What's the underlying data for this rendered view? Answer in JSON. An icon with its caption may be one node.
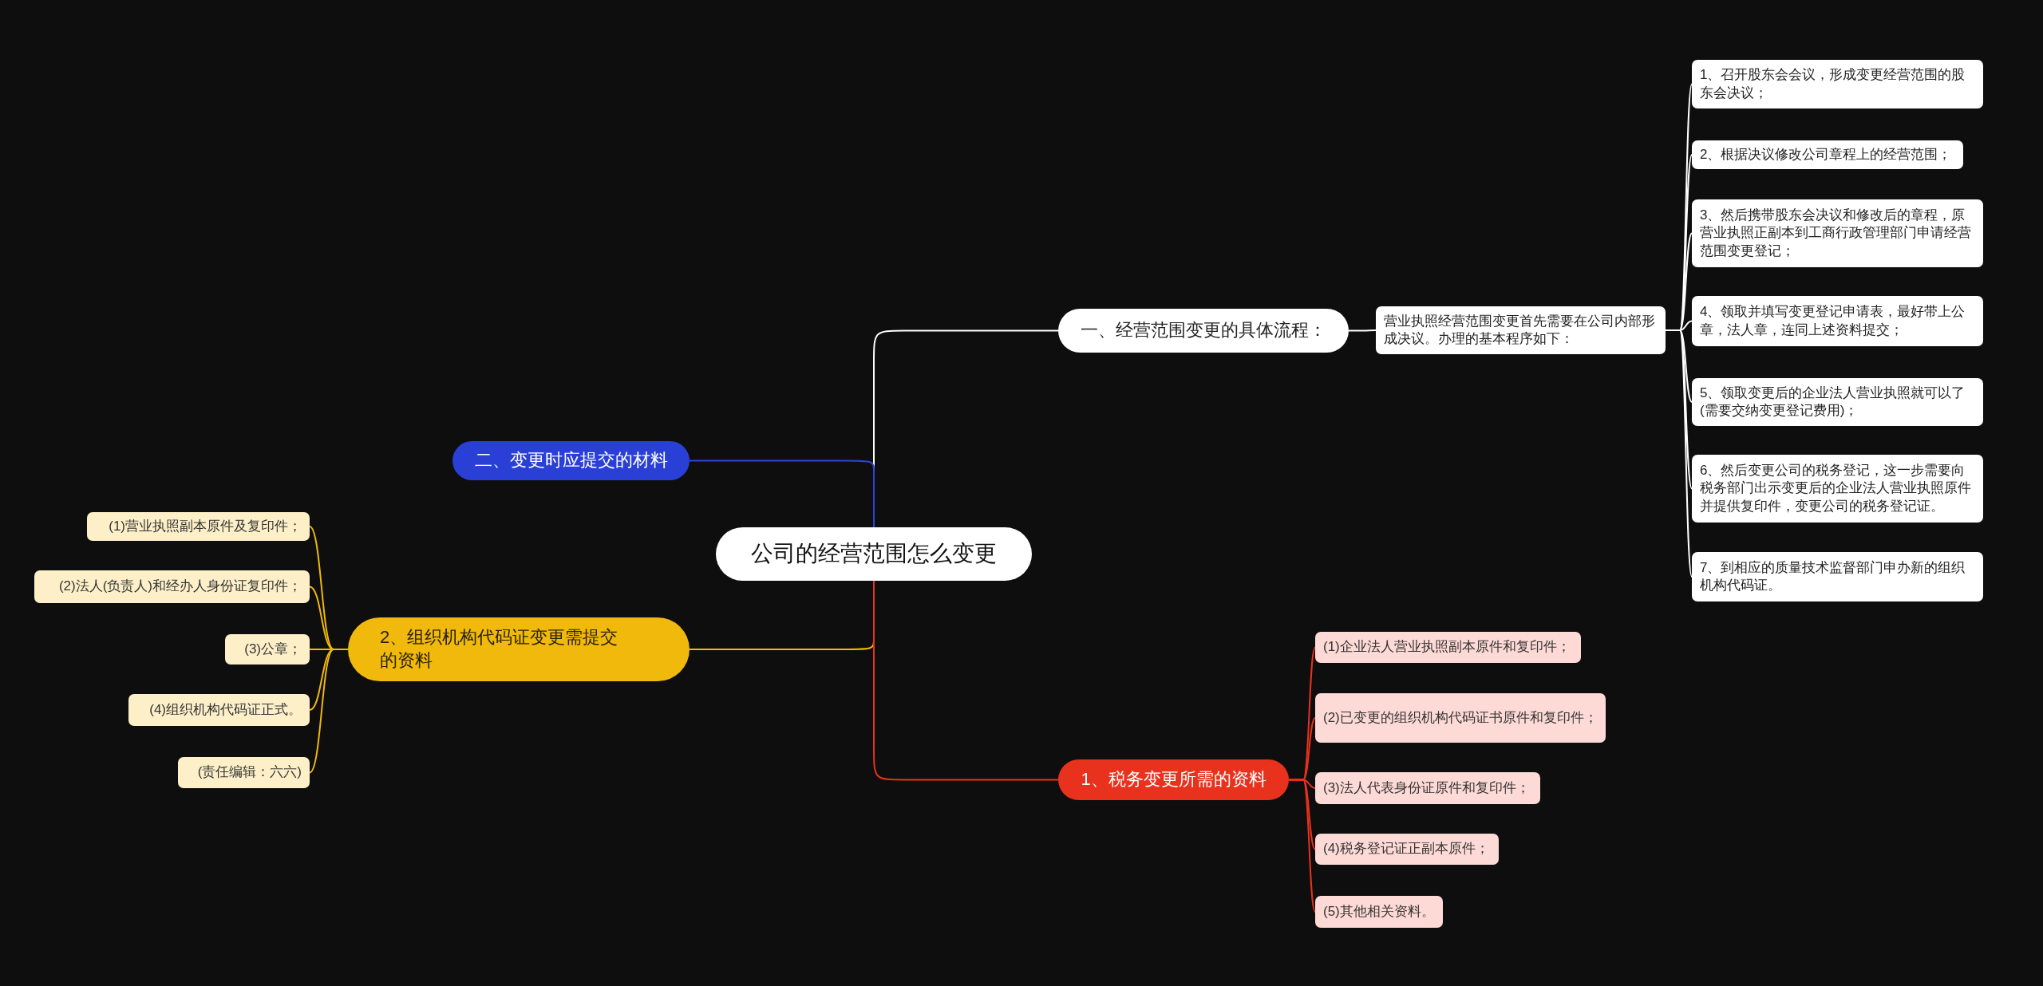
{
  "diagram": {
    "nodes": [
      {
        "text": [
          "公司的经营范围怎么变更"
        ]
      },
      {
        "text": [
          "一、经营范围变更的具体流程："
        ]
      },
      {
        "text": [
          "营业执照经营范围变更首先需要在公司内部形成决议。办理的基本程序如下："
        ]
      },
      {
        "text": [
          "1、召开股东会会议，形成变更经营范围的股东会决议；"
        ]
      },
      {
        "text": [
          "2、根据决议修改公司章程上的经营范围；"
        ]
      },
      {
        "text": [
          "3、然后携带股东会决议和修改后的章程，原营业执照正副本到工商行政管理部门申请经营范围变更登记；"
        ]
      },
      {
        "text": [
          "4、领取并填写变更登记申请表，最好带上公章，法人章，连同上述资料提交；"
        ]
      },
      {
        "text": [
          "5、领取变更后的企业法人营业执照就可以了(需要交纳变更登记费用)；"
        ]
      },
      {
        "text": [
          "6、然后变更公司的税务登记，这一步需要向税务部门出示变更后的企业法人营业执照原件并提供复印件，变更公司的税务登记证。"
        ]
      },
      {
        "text": [
          "7、到相应的质量技术监督部门申办新的组织机构代码证。"
        ]
      },
      {
        "text": [
          "二、变更时应提交的材料"
        ]
      },
      {
        "text": [
          "2、组织机构代码证变更需提交的资料"
        ]
      },
      {
        "text": [
          "(1)营业执照副本原件及复印件；"
        ]
      },
      {
        "text": [
          "(2)法人(负责人)和经办人身份证复印件；"
        ]
      },
      {
        "text": [
          "(3)公章；"
        ]
      },
      {
        "text": [
          "(4)组织机构代码证正式。"
        ]
      },
      {
        "text": [
          "(责任编辑：六六)"
        ]
      },
      {
        "text": [
          "1、税务变更所需的资料"
        ]
      },
      {
        "text": [
          "(1)企业法人营业执照副本原件和复印件；"
        ]
      },
      {
        "text": [
          "(2)已变更的组织机构代码证书原件和复印件；"
        ]
      },
      {
        "text": [
          "(3)法人代表身份证原件和复印件；"
        ]
      },
      {
        "text": [
          "(4)税务登记证正副本原件；"
        ]
      },
      {
        "text": [
          "(5)其他相关资料。"
        ]
      }
    ],
    "edges": [
      {
        "from": 0,
        "to": 1,
        "arrow": "none"
      },
      {
        "from": 1,
        "to": 2,
        "arrow": "none"
      },
      {
        "from": 2,
        "to": 3,
        "arrow": "none"
      },
      {
        "from": 2,
        "to": 4,
        "arrow": "none"
      },
      {
        "from": 2,
        "to": 5,
        "arrow": "none"
      },
      {
        "from": 2,
        "to": 6,
        "arrow": "none"
      },
      {
        "from": 2,
        "to": 7,
        "arrow": "none"
      },
      {
        "from": 2,
        "to": 8,
        "arrow": "none"
      },
      {
        "from": 2,
        "to": 9,
        "arrow": "none"
      },
      {
        "from": 0,
        "to": 10,
        "arrow": "none",
        "color": "#2f44d6"
      },
      {
        "from": 0,
        "to": 11,
        "arrow": "none",
        "color": "#f0b90c"
      },
      {
        "from": 11,
        "to": 12,
        "arrow": "none",
        "color": "#f0b90c"
      },
      {
        "from": 11,
        "to": 13,
        "arrow": "none",
        "color": "#f0b90c"
      },
      {
        "from": 11,
        "to": 14,
        "arrow": "none",
        "color": "#f0b90c"
      },
      {
        "from": 11,
        "to": 15,
        "arrow": "none",
        "color": "#f0b90c"
      },
      {
        "from": 11,
        "to": 16,
        "arrow": "none",
        "color": "#f0b90c"
      },
      {
        "from": 0,
        "to": 17,
        "arrow": "none",
        "color": "#e8321e"
      },
      {
        "from": 17,
        "to": 18,
        "arrow": "none",
        "color": "#e8321e"
      },
      {
        "from": 17,
        "to": 19,
        "arrow": "none",
        "color": "#e8321e"
      },
      {
        "from": 17,
        "to": 20,
        "arrow": "none",
        "color": "#e8321e"
      },
      {
        "from": 17,
        "to": 21,
        "arrow": "none",
        "color": "#e8321e"
      },
      {
        "from": 17,
        "to": 22,
        "arrow": "none",
        "color": "#e8321e"
      }
    ]
  }
}
